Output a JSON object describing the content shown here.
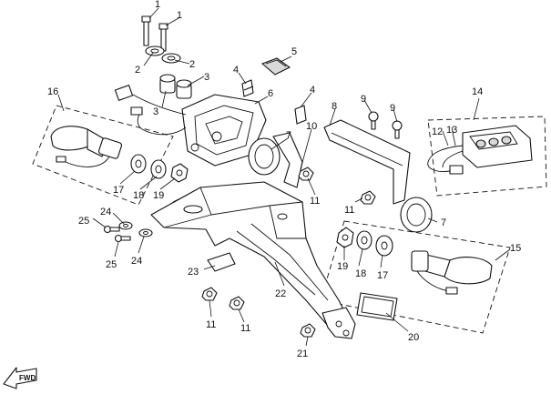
{
  "colors": {
    "line": "#111111",
    "background": "#ffffff",
    "shade": "#d9d9d9"
  },
  "direction_indicator": {
    "label": "FWD",
    "icon": "arrow-forward-icon"
  },
  "callouts": [
    {
      "id": "c1a",
      "text": "1"
    },
    {
      "id": "c1b",
      "text": "1"
    },
    {
      "id": "c2a",
      "text": "2"
    },
    {
      "id": "c2b",
      "text": "2"
    },
    {
      "id": "c3a",
      "text": "3"
    },
    {
      "id": "c3b",
      "text": "3"
    },
    {
      "id": "c4a",
      "text": "4"
    },
    {
      "id": "c4b",
      "text": "4"
    },
    {
      "id": "c5",
      "text": "5"
    },
    {
      "id": "c6",
      "text": "6"
    },
    {
      "id": "c7a",
      "text": "7"
    },
    {
      "id": "c7b",
      "text": "7"
    },
    {
      "id": "c8",
      "text": "8"
    },
    {
      "id": "c9a",
      "text": "9"
    },
    {
      "id": "c9b",
      "text": "9"
    },
    {
      "id": "c10",
      "text": "10"
    },
    {
      "id": "c11a",
      "text": "11"
    },
    {
      "id": "c11b",
      "text": "11"
    },
    {
      "id": "c11c",
      "text": "11"
    },
    {
      "id": "c11d",
      "text": "11"
    },
    {
      "id": "c12",
      "text": "12"
    },
    {
      "id": "c13",
      "text": "13"
    },
    {
      "id": "c14",
      "text": "14"
    },
    {
      "id": "c15",
      "text": "15"
    },
    {
      "id": "c16",
      "text": "16"
    },
    {
      "id": "c17a",
      "text": "17"
    },
    {
      "id": "c17b",
      "text": "17"
    },
    {
      "id": "c18a",
      "text": "18"
    },
    {
      "id": "c18b",
      "text": "18"
    },
    {
      "id": "c19a",
      "text": "19"
    },
    {
      "id": "c19b",
      "text": "19"
    },
    {
      "id": "c20",
      "text": "20"
    },
    {
      "id": "c21",
      "text": "21"
    },
    {
      "id": "c22",
      "text": "22"
    },
    {
      "id": "c23",
      "text": "23"
    },
    {
      "id": "c24a",
      "text": "24"
    },
    {
      "id": "c24b",
      "text": "24"
    },
    {
      "id": "c25a",
      "text": "25"
    },
    {
      "id": "c25b",
      "text": "25"
    }
  ]
}
